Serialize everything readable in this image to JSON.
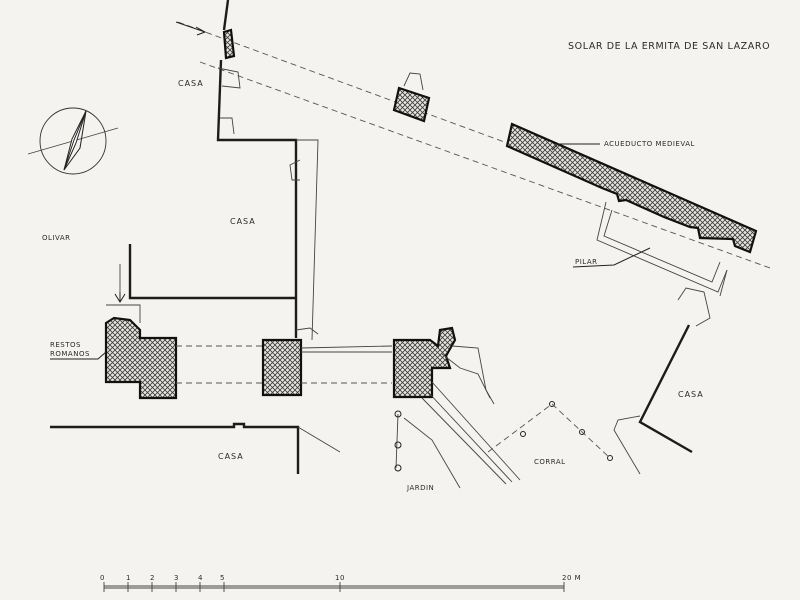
{
  "title": "SOLAR DE LA ERMITA DE SAN LAZARO",
  "labels": {
    "casa_top": "CASA",
    "casa_mid": "CASA",
    "casa_bottom": "CASA",
    "casa_right": "CASA",
    "olivar": "OLIVAR",
    "acueducto": "ACUEDUCTO MEDIEVAL",
    "pilar": "PILAR",
    "restos_line1": "RESTOS",
    "restos_line2": "ROMANOS",
    "jardin": "JARDIN",
    "corral": "CORRAL"
  },
  "scale_bar": {
    "ticks": [
      "0",
      "1",
      "2",
      "3",
      "4",
      "5",
      "10",
      "20 M"
    ],
    "unit": "M"
  },
  "compass": {
    "icon": "north-arrow-icon"
  },
  "colors": {
    "ink": "#1c1c1c",
    "paper": "#f4f3ef"
  }
}
